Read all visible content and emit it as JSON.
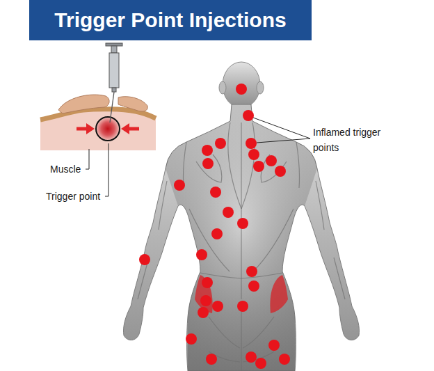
{
  "diagram": {
    "title": "Trigger Point Injections",
    "labels": [
      "Muscle",
      "Trigger point",
      "Inflamed trigger points"
    ]
  }
}
